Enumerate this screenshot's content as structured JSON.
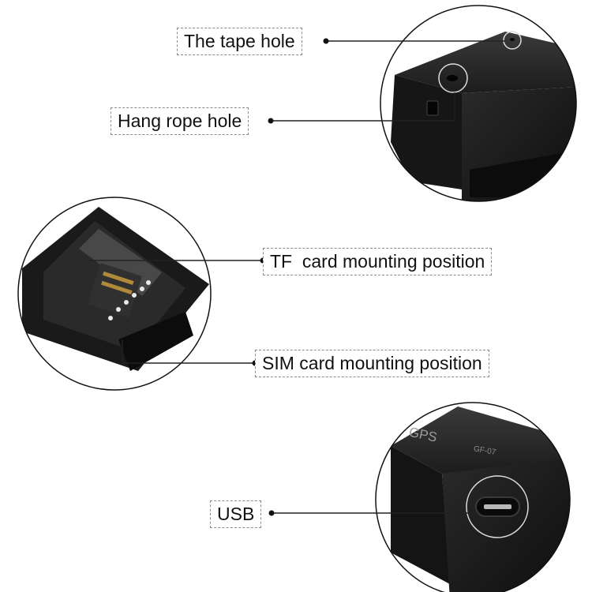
{
  "callouts": {
    "tape_hole": "The tape hole",
    "hang_rope_hole": "Hang rope hole",
    "tf_card": "TF  card mounting position",
    "sim_card": "SIM card mounting position",
    "usb": "USB"
  },
  "device_marks": {
    "gps_text": "GPS",
    "model_text": "GF-07"
  },
  "colors": {
    "device_body": "#1a1a1a",
    "label_border": "#8a8a8a",
    "leader_line": "#222222",
    "background": "#ffffff"
  }
}
